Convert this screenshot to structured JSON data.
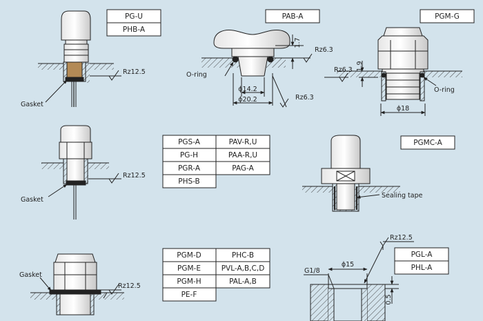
{
  "diagrams": {
    "pg_u": {
      "labels": [
        "PG-U",
        "PHB-A"
      ],
      "rz": "Rz12.5",
      "gasket": "Gasket"
    },
    "pab_a": {
      "label": "PAB-A",
      "oring": "O-ring",
      "rz_top": "Rz6.3",
      "rz_bottom": "Rz6.3",
      "dim_h": "1.7",
      "dim_inner": "ϕ14.2",
      "dim_outer": "ϕ20.2"
    },
    "pgm_g": {
      "label": "PGM-G",
      "rz": "Rz6.3",
      "oring": "O-ring",
      "dim_h": "1.9",
      "dim_d": "ϕ18"
    },
    "pgs_a": {
      "rz": "Rz12.5",
      "gasket": "Gasket"
    },
    "pgmc_a": {
      "label": "PGMC-A",
      "tape": "Sealing tape"
    },
    "pgm_d": {
      "rz": "Rz12.5",
      "gasket": "Gasket"
    },
    "pgl_a": {
      "labels": [
        "PGL-A",
        "PHL-A"
      ],
      "rz": "Rz12.5",
      "thread": "G1/8",
      "dim_d": "ϕ15",
      "dim_h": "0.5"
    }
  },
  "tables": {
    "middle": [
      [
        "PGS-A",
        "PAV-R,U"
      ],
      [
        "PG-H",
        "PAA-R,U"
      ],
      [
        "PGR-A",
        "PAG-A"
      ],
      [
        "PHS-B",
        ""
      ]
    ],
    "bottom": [
      [
        "PGM-D",
        "PHC-B"
      ],
      [
        "PGM-E",
        "PVL-A,B,C,D"
      ],
      [
        "PGM-H",
        "PAL-A,B"
      ],
      [
        "PE-F",
        ""
      ]
    ]
  }
}
